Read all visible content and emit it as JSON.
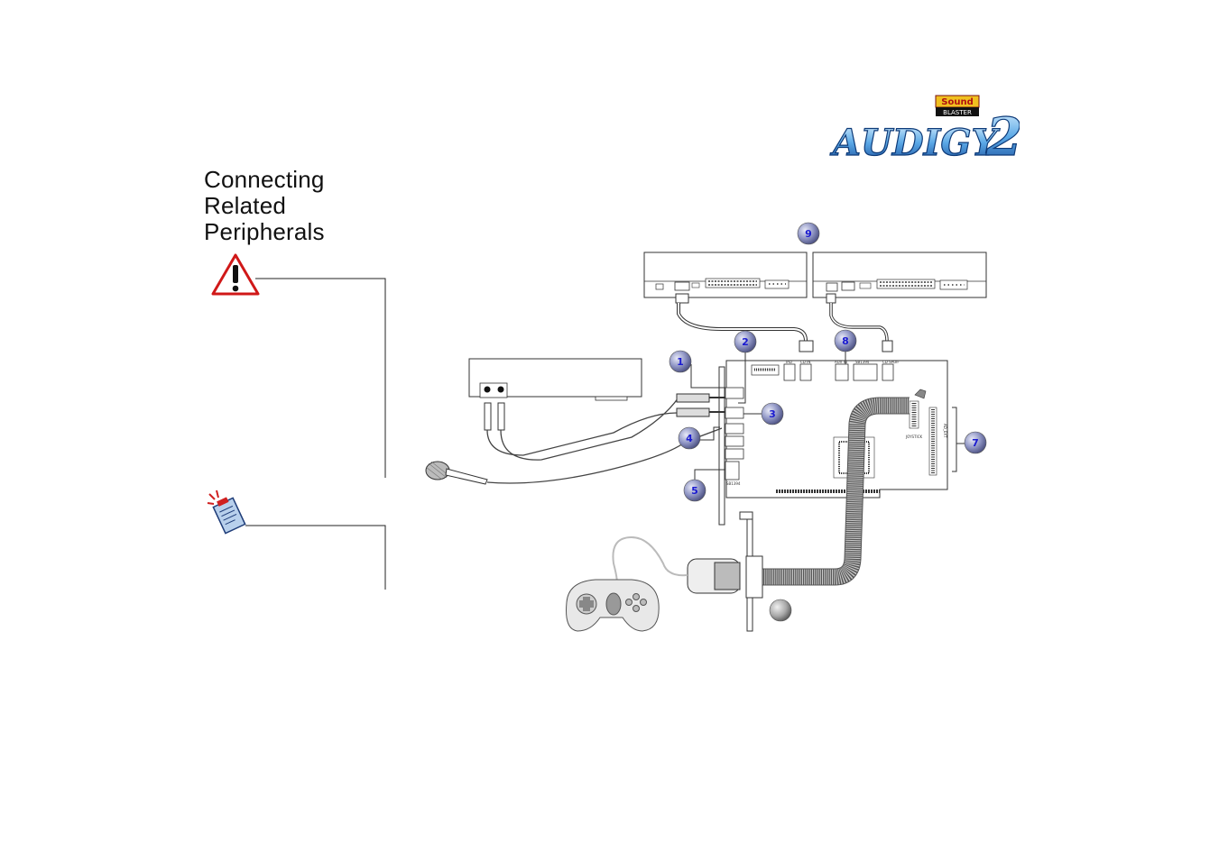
{
  "page": {
    "title_lines": [
      "Connecting",
      "Related",
      "Peripherals"
    ]
  },
  "logo": {
    "brand_top": "Sound",
    "brand_bottom": "BLASTER",
    "product": "AUDIGY",
    "version": "2"
  },
  "icons": {
    "warning": "warning-triangle-icon",
    "note": "note-pad-icon"
  },
  "diagram": {
    "callouts": [
      "1",
      "2",
      "3",
      "4",
      "5",
      "7",
      "8",
      "9",
      ""
    ],
    "board_labels": {
      "tad": "TAD",
      "cd_in": "CD IN",
      "aux_in": "AUX IN",
      "sb1394": "SB1394",
      "cd_spdif": "CD SPDIF",
      "joystick": "JOYSTICK",
      "ad_ext": "AD_EXT",
      "sb_1394_bracket": "SB1394"
    },
    "colors": {
      "callout_fill": "#8f95c4",
      "callout_text": "#1a1ad0",
      "warning_red": "#d01818"
    }
  }
}
